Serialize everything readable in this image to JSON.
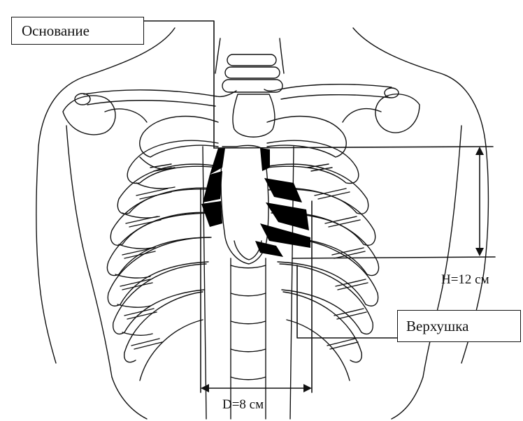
{
  "labels": {
    "base": "Основание",
    "apex": "Верхушка",
    "height": "H=12 см",
    "diameter": "D=8 см"
  },
  "colors": {
    "line": "#111111",
    "heart_shadow": "#000000",
    "background": "#ffffff"
  }
}
